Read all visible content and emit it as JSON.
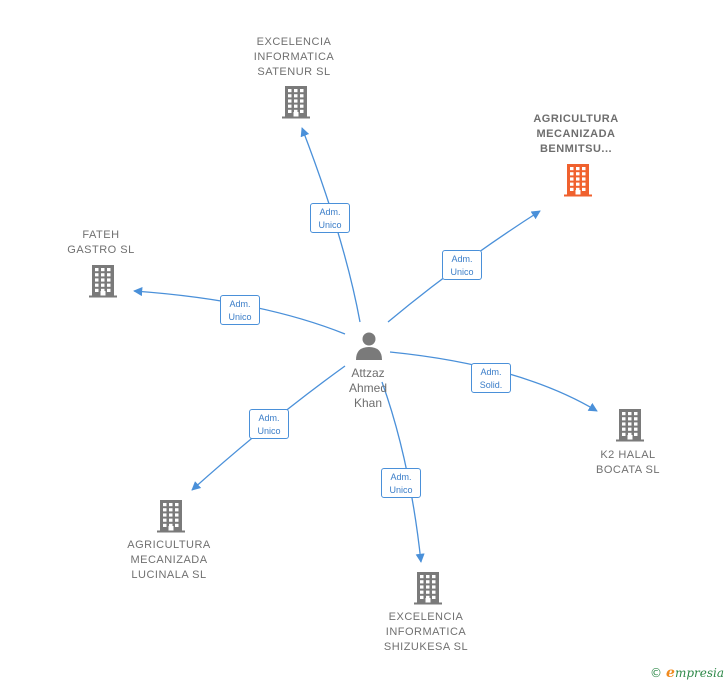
{
  "colors": {
    "building": "#7a7a7a",
    "building_highlight": "#f0612e",
    "edge": "#4a90d9",
    "label": "#707070"
  },
  "center": {
    "name": "Attzaz\nAhmed\nKhan",
    "icon": "person-icon"
  },
  "nodes": [
    {
      "id": "satenur",
      "name": "EXCELENCIA\nINFORMATICA\nSATENUR  SL",
      "icon": "building-icon",
      "highlight": false
    },
    {
      "id": "benmitsu",
      "name": "AGRICULTURA\nMECANIZADA\nBENMITSU...",
      "icon": "building-icon",
      "highlight": true
    },
    {
      "id": "fateh",
      "name": "FATEH\nGASTRO  SL",
      "icon": "building-icon",
      "highlight": false
    },
    {
      "id": "k2",
      "name": "K2 HALAL\nBOCATA  SL",
      "icon": "building-icon",
      "highlight": false
    },
    {
      "id": "lucinala",
      "name": "AGRICULTURA\nMECANIZADA\nLUCINALA  SL",
      "icon": "building-icon",
      "highlight": false
    },
    {
      "id": "shizukesa",
      "name": "EXCELENCIA\nINFORMATICA\nSHIZUKESA  SL",
      "icon": "building-icon",
      "highlight": false
    }
  ],
  "edges": [
    {
      "to": "satenur",
      "label": "Adm.\nUnico"
    },
    {
      "to": "benmitsu",
      "label": "Adm.\nUnico"
    },
    {
      "to": "fateh",
      "label": "Adm.\nUnico"
    },
    {
      "to": "k2",
      "label": "Adm.\nSolid."
    },
    {
      "to": "lucinala",
      "label": "Adm.\nUnico"
    },
    {
      "to": "shizukesa",
      "label": "Adm.\nUnico"
    }
  ],
  "footer": {
    "copyright": "©",
    "brand_initial": "e",
    "brand_rest": "mpresia"
  }
}
